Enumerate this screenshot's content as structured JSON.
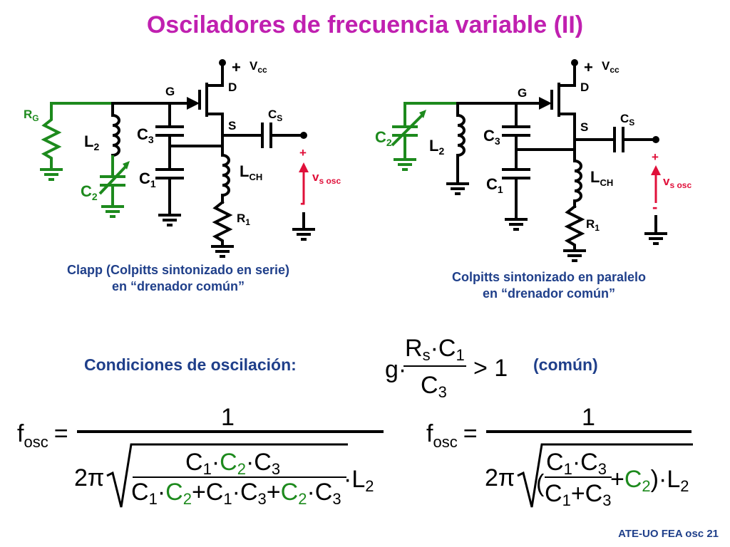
{
  "title": "Osciladores de frecuencia variable (II)",
  "left_circuit": {
    "caption_line1": "Clapp (Colpitts sintonizado en serie)",
    "caption_line2": "en “drenador común”"
  },
  "right_circuit": {
    "caption_line1": "Colpitts sintonizado en paralelo",
    "caption_line2": "en “drenador común”"
  },
  "labels": {
    "vcc": "V",
    "vcc_sub": "cc",
    "gate": "G",
    "drain": "D",
    "source": "S",
    "rg": "R",
    "rg_sub": "G",
    "l2": "L",
    "l2_sub": "2",
    "c1": "C",
    "c1_sub": "1",
    "c2": "C",
    "c2_sub": "2",
    "c3": "C",
    "c3_sub": "3",
    "cs": "C",
    "cs_sub": "S",
    "lch": "L",
    "lch_sub": "CH",
    "r1": "R",
    "r1_sub": "1",
    "vs": "v",
    "vs_sub": "s osc",
    "plus": "+",
    "minus": "-"
  },
  "conditions": {
    "label": "Condiciones de oscilación:",
    "common": "(común)",
    "g": "g·",
    "num": "R",
    "num_sub": "s",
    "num_rest": "·C",
    "num_sub2": "1",
    "den": "C",
    "den_sub": "3",
    "gt": "> 1"
  },
  "formula_left": {
    "f": "f",
    "f_sub": "osc",
    "eq": "=",
    "one": "1",
    "two_pi": "2π"
  },
  "formula_right": {
    "f": "f",
    "f_sub": "osc",
    "eq": "=",
    "one": "1",
    "two_pi": "2π"
  },
  "footer": "ATE-UO FEA osc 21",
  "colors": {
    "title": "#c020b0",
    "caption": "#1f3f8a",
    "green": "#1d8a1d",
    "red": "#e0103a"
  }
}
